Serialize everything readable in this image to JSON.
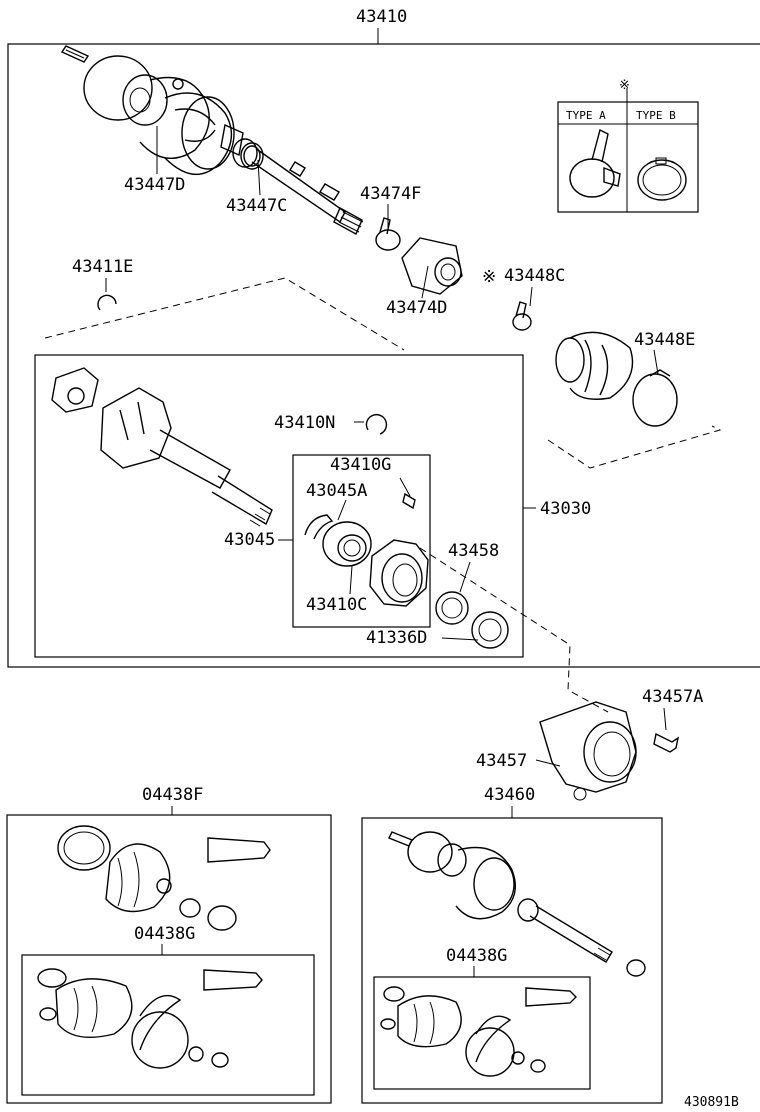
{
  "labels": {
    "top_assembly": "43410",
    "l43447D": "43447D",
    "l43447C": "43447C",
    "l43474F": "43474F",
    "l43474D": "43474D",
    "l43411E": "43411E",
    "l43448C": "43448C",
    "l43448E": "43448E",
    "l43410N": "43410N",
    "l43410G": "43410G",
    "l43045A": "43045A",
    "l43045": "43045",
    "l43030": "43030",
    "l43458": "43458",
    "l43410C": "43410C",
    "l41336D": "41336D",
    "l43457A": "43457A",
    "l43457": "43457",
    "l43460": "43460",
    "l04438F": "04438F",
    "l04438G_left": "04438G",
    "l04438G_right": "04438G",
    "diagram_id": "430891B"
  },
  "legend": {
    "mark": "※",
    "type_a": "TYPE A",
    "type_b": "TYPE B"
  },
  "marks": {
    "asterisk": "※"
  }
}
